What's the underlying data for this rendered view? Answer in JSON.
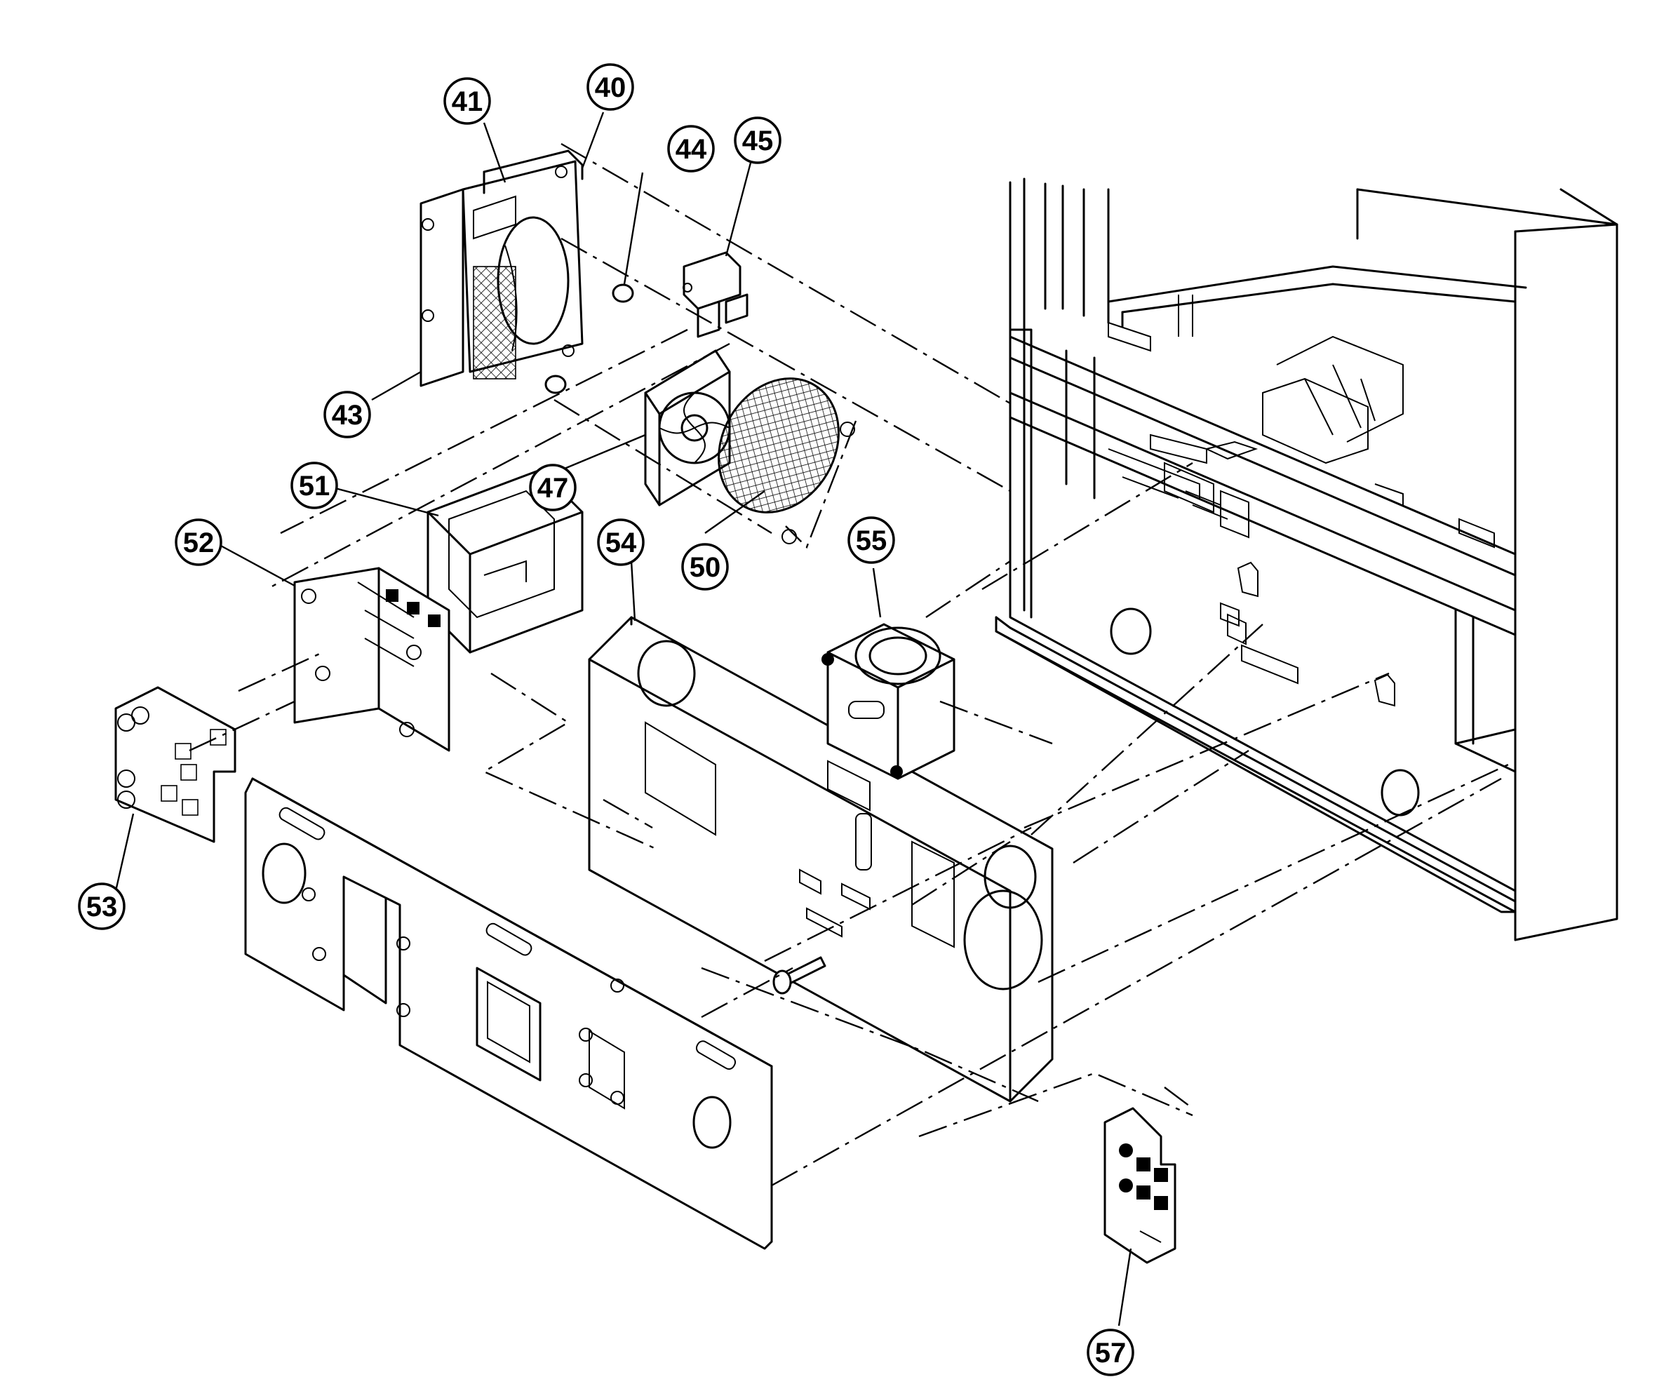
{
  "callouts": [
    {
      "id": "c41",
      "label": "41"
    },
    {
      "id": "c40",
      "label": "40"
    },
    {
      "id": "c44",
      "label": "44"
    },
    {
      "id": "c45",
      "label": "45"
    },
    {
      "id": "c43",
      "label": "43"
    },
    {
      "id": "c51",
      "label": "51"
    },
    {
      "id": "c47",
      "label": "47"
    },
    {
      "id": "c52",
      "label": "52"
    },
    {
      "id": "c54",
      "label": "54"
    },
    {
      "id": "c55",
      "label": "55"
    },
    {
      "id": "c50",
      "label": "50"
    },
    {
      "id": "c53",
      "label": "53"
    },
    {
      "id": "c57",
      "label": "57"
    }
  ]
}
